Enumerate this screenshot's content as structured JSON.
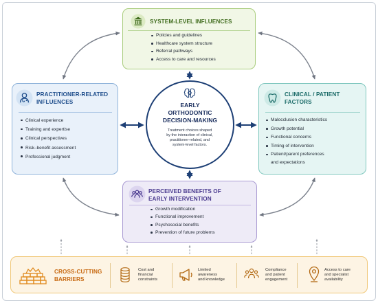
{
  "system": {
    "title": "SYSTEM-LEVEL INFLUENCES",
    "items": [
      "Policies and guidelines",
      "Healthcare system structure",
      "Referral pathways",
      "Access to care and resources"
    ]
  },
  "practitioner": {
    "title_1": "PRACTITIONER-RELATED",
    "title_2": "INFLUENCES",
    "items": [
      "Clinical experience",
      "Training and expertise",
      "Clinical perspectives",
      "Risk–benefit assessment",
      "Professional judgment"
    ]
  },
  "clinical": {
    "title_1": "CLINICAL / PATIENT",
    "title_2": "FACTORS",
    "items": [
      "Malocclusion characteristics",
      "Growth potential",
      "Functional concerns",
      "Timing of intervention",
      "Patient/parent preferences",
      "and expectations"
    ]
  },
  "center": {
    "title_1": "EARLY",
    "title_2": "ORTHODONTIC",
    "title_3": "DECISION-MAKING",
    "desc_1": "Treatment choices shaped",
    "desc_2": "by the interaction of clinical,",
    "desc_3": "practitioner-related, and",
    "desc_4": "system-level factors."
  },
  "benefits": {
    "title_1": "PERCEIVED BENEFITS OF",
    "title_2": "EARLY INTERVENTION",
    "items": [
      "Growth modification",
      "Functional improvement",
      "Psychosocial benefits",
      "Prevention of future problems"
    ]
  },
  "barriers": {
    "title_1": "CROSS-CUTTING",
    "title_2": "BARRIERS",
    "items": [
      {
        "line1": "Cost and",
        "line2": "financial",
        "line3": "constraints",
        "icon": "coins-icon"
      },
      {
        "line1": "Limited",
        "line2": "awareness",
        "line3": "and knowledge",
        "icon": "megaphone-icon"
      },
      {
        "line1": "Compliance",
        "line2": "and patient",
        "line3": "engagement",
        "icon": "people-icon"
      },
      {
        "line1": "Access to care",
        "line2": "and specialist",
        "line3": "availability",
        "icon": "location-pin-icon"
      }
    ]
  },
  "icons": {
    "system": "government-building-icon",
    "practitioner": "doctor-icon",
    "clinical": "tooth-icon",
    "center": "brain-gear-icon",
    "benefits": "group-icon",
    "barriers": "brick-wall-icon"
  },
  "colors": {
    "system": "#a9cd7d",
    "practitioner": "#8fb3da",
    "clinical": "#7fc7be",
    "center": "#1d3f75",
    "benefits": "#a99ad2",
    "barriers": "#f0c777"
  }
}
